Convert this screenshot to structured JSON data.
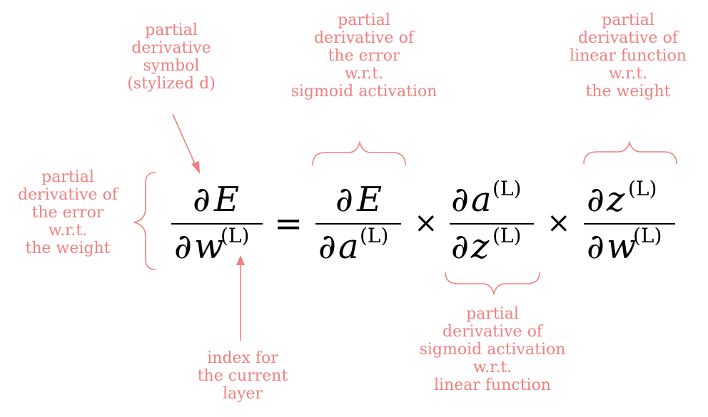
{
  "annotations": {
    "partial_symbol": "partial\nderivative\nsymbol\n(stylized d)",
    "error_wrt_activation": "partial\nderivative of\nthe error\nw.r.t.\nsigmoid activation",
    "linear_wrt_weight": "partial\nderivative of\nlinear function\nw.r.t.\nthe weight",
    "error_wrt_weight": "partial\nderivative of\nthe error\nw.r.t.\nthe weight",
    "layer_index": "index for\nthe current\nlayer",
    "activation_wrt_linear": "partial\nderivative of\nsigmoid  activation\nw.r.t.\nlinear function"
  },
  "equation": {
    "partial": "∂",
    "E": "E",
    "w": "w",
    "a": "a",
    "z": "z",
    "sup_L": "(L)",
    "equals": "=",
    "times": "×"
  },
  "colors": {
    "annotation": "#f08080",
    "math": "#000000"
  }
}
